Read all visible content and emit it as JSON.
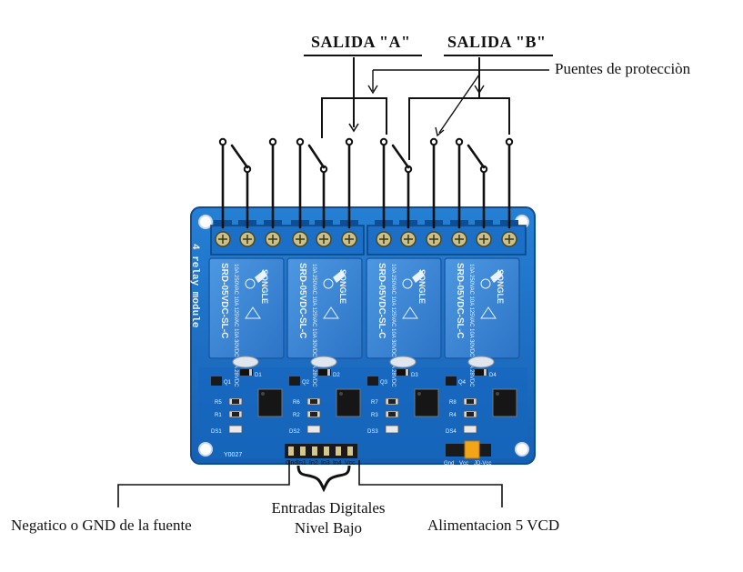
{
  "labels": {
    "salida_a": "SALIDA \"A\"",
    "salida_b": "SALIDA \"B\"",
    "puentes": "Puentes de protecciòn",
    "entradas_line1": "Entradas Digitales",
    "entradas_line2": "Nivel Bajo",
    "gnd": "Negatico o GND de la fuente",
    "alimentacion": "Alimentacion 5 VCD"
  },
  "board": {
    "side_text": "4 relay module",
    "relay_text": [
      "SRD-05VDC-SL-C",
      "SRD-05VDC-SL-C",
      "SRD-05VDC-SL-C",
      "SRD-05VDC-SL-C"
    ],
    "relay_brand": "SONGLE",
    "relay_rating": "10A 250VAC 10A 125VAC 10A 30VDC 10A 28VDC",
    "header_pins": [
      "Gnd",
      "In1",
      "In2",
      "In3",
      "In4",
      "Vcc"
    ],
    "jumper_pins": [
      "Gnd",
      "Vcc",
      "JD-Vcc"
    ],
    "diodes": [
      "D1",
      "D2",
      "D3",
      "D4"
    ],
    "transistors": [
      "Q1",
      "Q2",
      "Q3",
      "Q4"
    ],
    "resistors": [
      [
        "R5",
        "R1"
      ],
      [
        "R6",
        "R2"
      ],
      [
        "R7",
        "R3"
      ],
      [
        "R8",
        "R4"
      ]
    ],
    "leds": [
      "DS1",
      "DS2",
      "DS3",
      "DS4"
    ],
    "board_code": "Y0027"
  },
  "colors": {
    "pcb": "#1d73c8",
    "relay": "#3b87d9",
    "terminal": "#1b6fc6",
    "wire": "#111111",
    "jumper": "#f2a516"
  }
}
